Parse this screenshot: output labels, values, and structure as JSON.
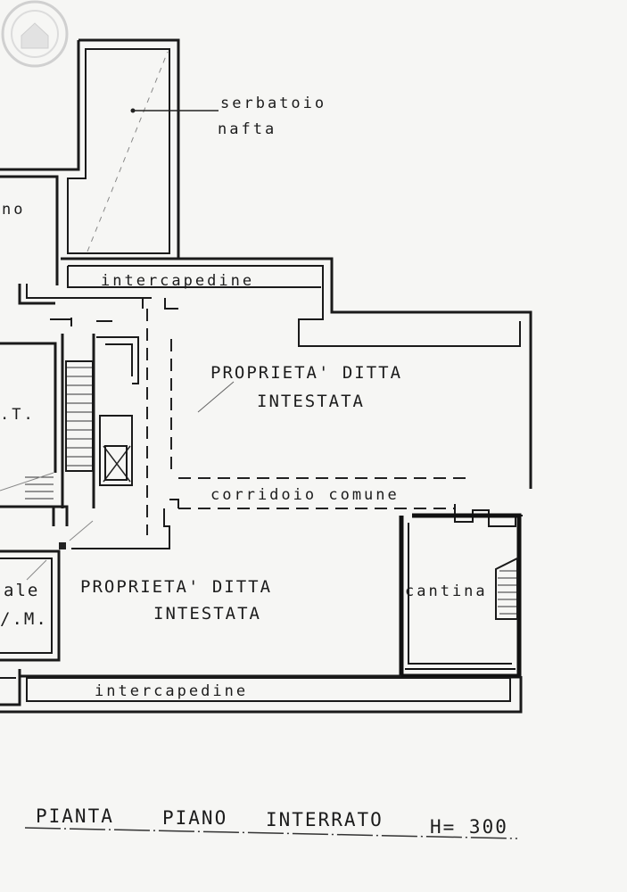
{
  "labels": {
    "tank_line1": "serbatoio",
    "tank_line2": "nafta",
    "left_fragment_top": "no",
    "left_fragment_mid": ".T.",
    "gap_top": "intercapedine",
    "property_upper_line1": "PROPRIETA' DITTA",
    "property_upper_line2": "INTESTATA",
    "corridor": "corridoio comune",
    "property_lower_line1": "PROPRIETA' DITTA",
    "property_lower_line2": "INTESTATA",
    "cellar": "cantina",
    "left_fragment_bottom_line1": "ale",
    "left_fragment_bottom_line2": "/.M.",
    "gap_bottom": "intercapedine"
  },
  "title": {
    "word1": "PIANTA",
    "word2": "PIANO",
    "word3": "INTERRATO",
    "height": "H= 300"
  },
  "icons": {
    "watermark": "house-icon"
  }
}
